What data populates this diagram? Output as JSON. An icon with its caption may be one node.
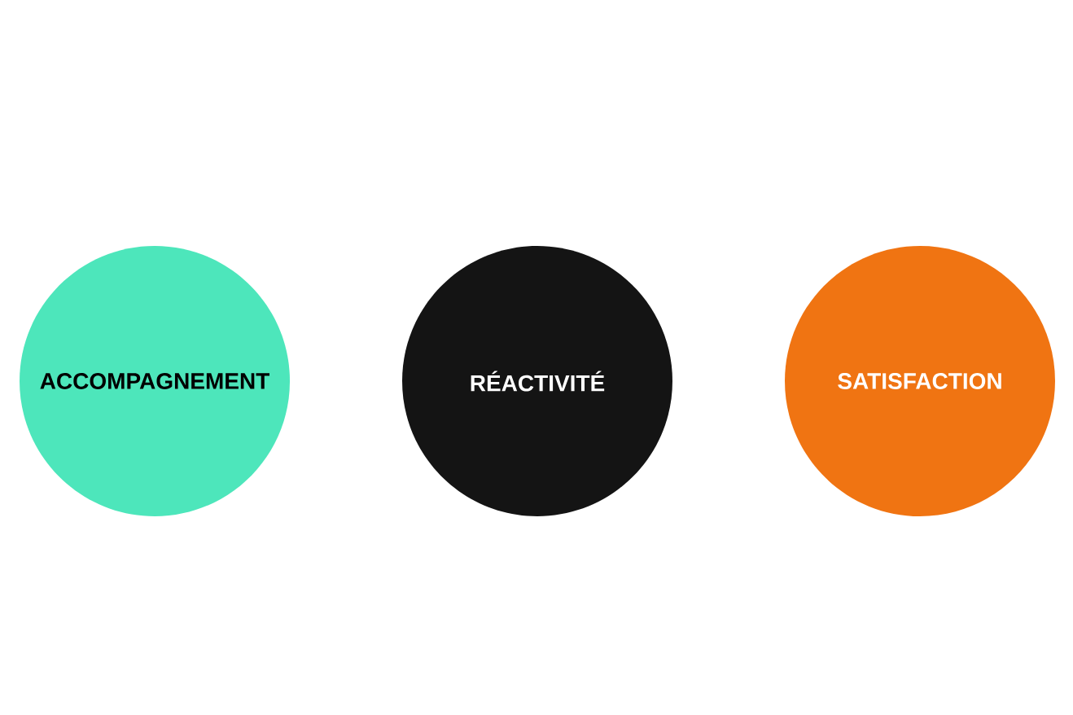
{
  "diagram": {
    "nodes": [
      {
        "text": [
          "ACCOMPAGNEMENT"
        ]
      },
      {
        "text": [
          "RÉACTIVITÉ"
        ]
      },
      {
        "text": [
          "SATISFACTION"
        ]
      }
    ]
  }
}
